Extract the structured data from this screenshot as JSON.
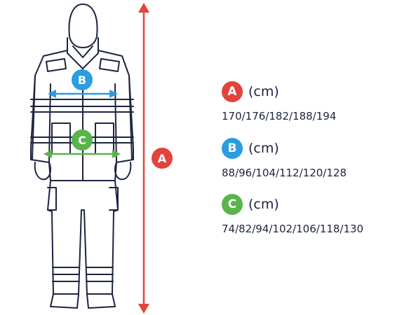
{
  "colors": {
    "a": "#e2433a",
    "b": "#2a9de0",
    "c": "#5ab44a",
    "outline": "#1c2440"
  },
  "markers": {
    "a": "A",
    "b": "B",
    "c": "C"
  },
  "legend": [
    {
      "key": "A",
      "unit": "(cm)",
      "values": "170/176/182/188/194",
      "color": "#e2433a"
    },
    {
      "key": "B",
      "unit": "(cm)",
      "values": "88/96/104/112/120/128",
      "color": "#2a9de0"
    },
    {
      "key": "C",
      "unit": "(cm)",
      "values": "74/82/94/102/106/118/130",
      "color": "#5ab44a"
    }
  ]
}
